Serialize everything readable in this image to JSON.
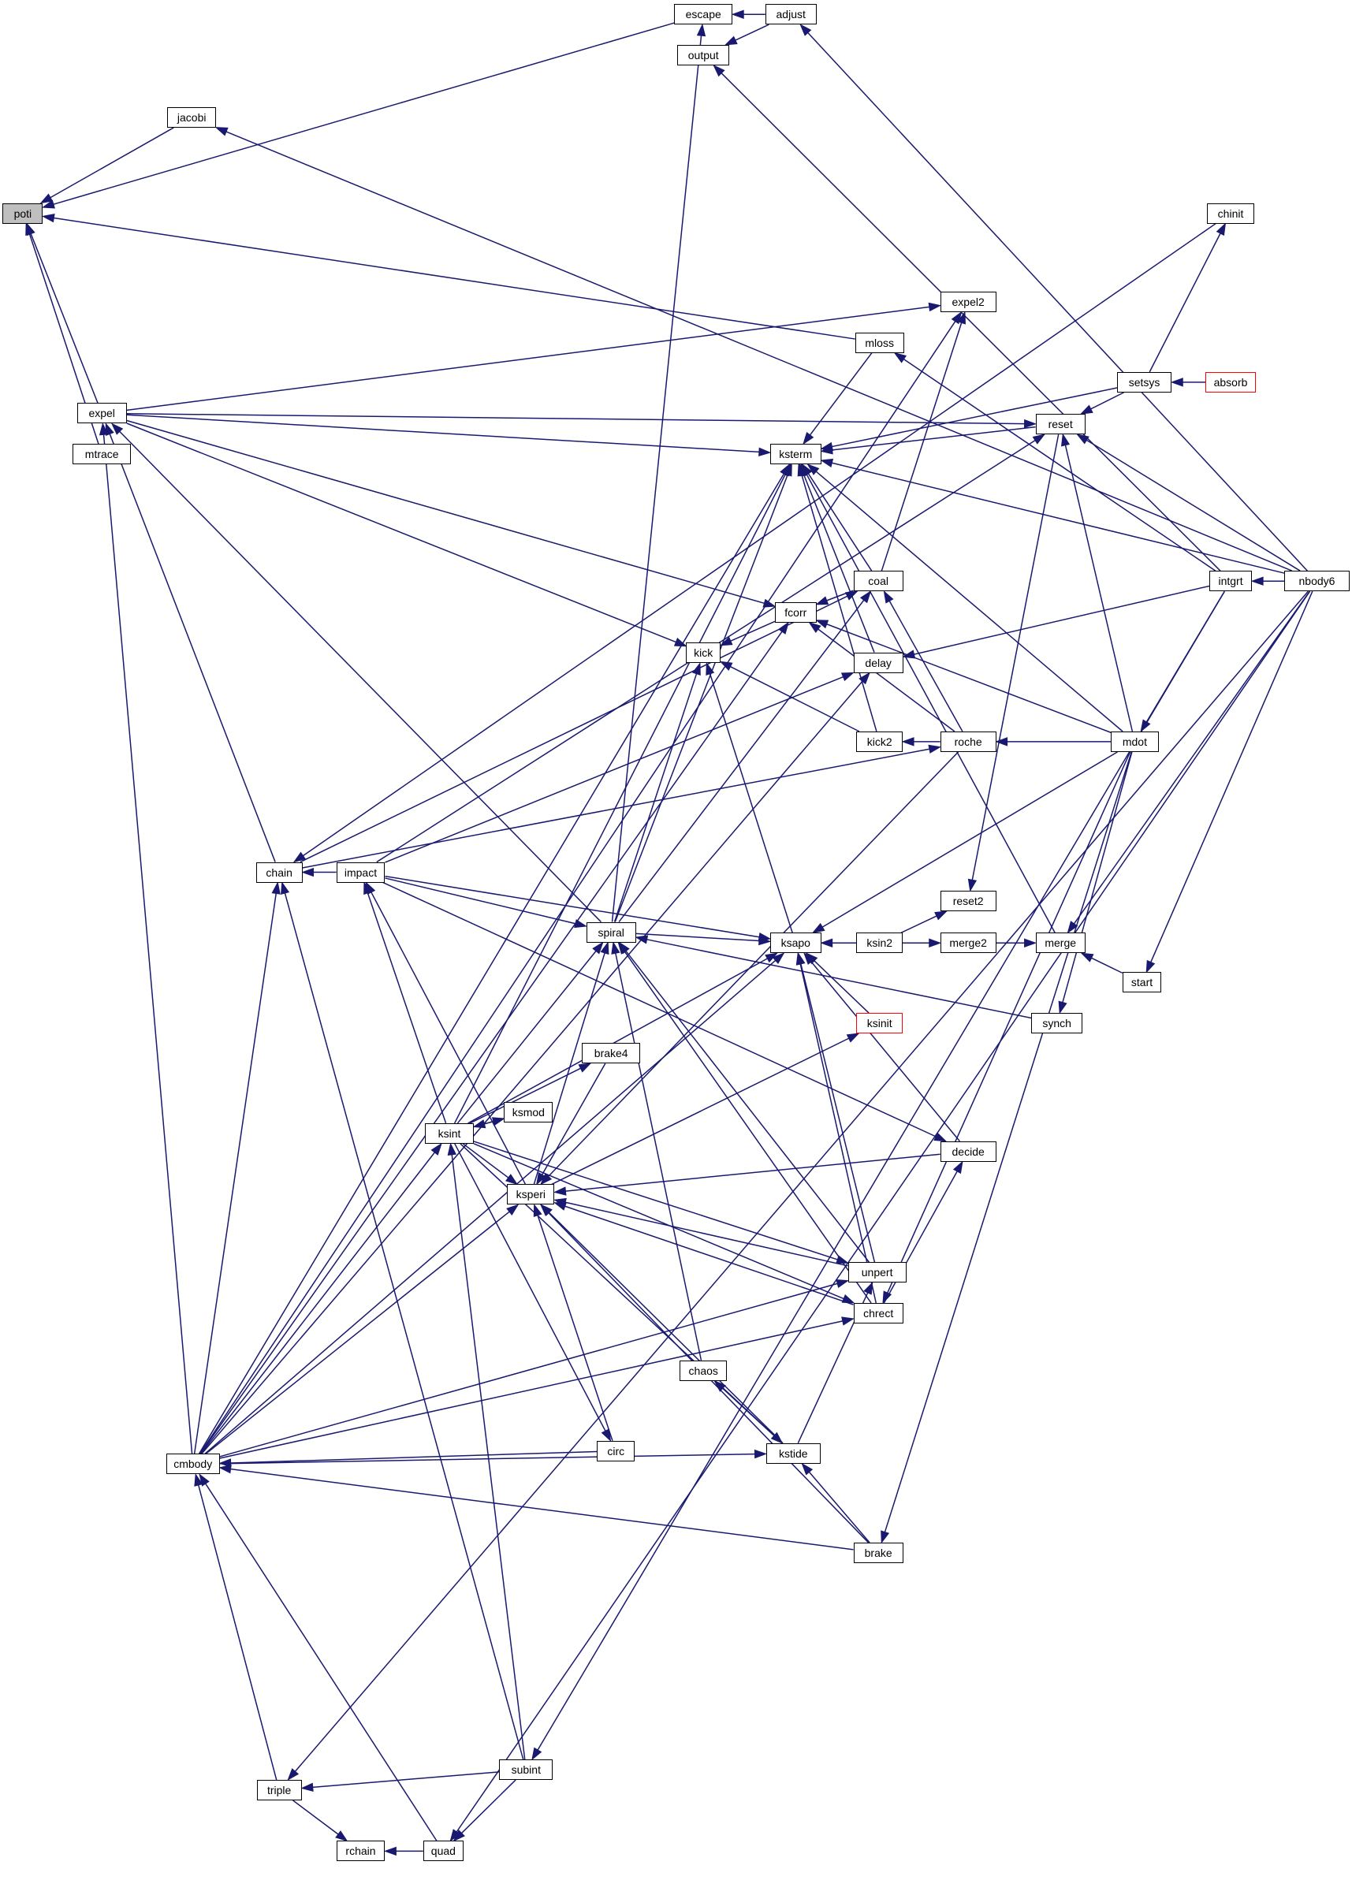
{
  "graph": {
    "title": "poti caller graph",
    "edge_color": "#191970",
    "focus_fill": "#bfbfbf",
    "nodes": [
      {
        "id": "poti",
        "label": "poti",
        "focus": true
      },
      {
        "id": "jacobi",
        "label": "jacobi"
      },
      {
        "id": "escape",
        "label": "escape"
      },
      {
        "id": "adjust",
        "label": "adjust"
      },
      {
        "id": "output",
        "label": "output"
      },
      {
        "id": "chinit",
        "label": "chinit"
      },
      {
        "id": "expel2",
        "label": "expel2"
      },
      {
        "id": "mloss",
        "label": "mloss"
      },
      {
        "id": "setsys",
        "label": "setsys"
      },
      {
        "id": "absorb",
        "label": "absorb",
        "border": "#ff0000"
      },
      {
        "id": "reset",
        "label": "reset"
      },
      {
        "id": "expel",
        "label": "expel"
      },
      {
        "id": "mtrace",
        "label": "mtrace"
      },
      {
        "id": "ksterm",
        "label": "ksterm"
      },
      {
        "id": "coal",
        "label": "coal"
      },
      {
        "id": "intgrt",
        "label": "intgrt"
      },
      {
        "id": "nbody6",
        "label": "nbody6"
      },
      {
        "id": "fcorr",
        "label": "fcorr"
      },
      {
        "id": "kick",
        "label": "kick"
      },
      {
        "id": "delay",
        "label": "delay"
      },
      {
        "id": "kick2",
        "label": "kick2"
      },
      {
        "id": "roche",
        "label": "roche"
      },
      {
        "id": "mdot",
        "label": "mdot"
      },
      {
        "id": "chain",
        "label": "chain"
      },
      {
        "id": "impact",
        "label": "impact"
      },
      {
        "id": "reset2",
        "label": "reset2"
      },
      {
        "id": "spiral",
        "label": "spiral"
      },
      {
        "id": "ksapo",
        "label": "ksapo"
      },
      {
        "id": "ksin2",
        "label": "ksin2"
      },
      {
        "id": "merge2",
        "label": "merge2"
      },
      {
        "id": "merge",
        "label": "merge"
      },
      {
        "id": "start",
        "label": "start"
      },
      {
        "id": "ksinit",
        "label": "ksinit",
        "border": "#ff0000"
      },
      {
        "id": "synch",
        "label": "synch"
      },
      {
        "id": "brake4",
        "label": "brake4"
      },
      {
        "id": "ksmod",
        "label": "ksmod"
      },
      {
        "id": "ksint",
        "label": "ksint"
      },
      {
        "id": "decide",
        "label": "decide"
      },
      {
        "id": "ksperi",
        "label": "ksperi"
      },
      {
        "id": "unpert",
        "label": "unpert"
      },
      {
        "id": "chrect",
        "label": "chrect"
      },
      {
        "id": "chaos",
        "label": "chaos"
      },
      {
        "id": "cmbody",
        "label": "cmbody"
      },
      {
        "id": "circ",
        "label": "circ"
      },
      {
        "id": "kstide",
        "label": "kstide"
      },
      {
        "id": "brake",
        "label": "brake"
      },
      {
        "id": "subint",
        "label": "subint"
      },
      {
        "id": "triple",
        "label": "triple"
      },
      {
        "id": "rchain",
        "label": "rchain"
      },
      {
        "id": "quad",
        "label": "quad"
      }
    ],
    "edges": [
      [
        "jacobi",
        "poti"
      ],
      [
        "escape",
        "poti"
      ],
      [
        "mloss",
        "poti"
      ],
      [
        "expel",
        "poti"
      ],
      [
        "mtrace",
        "poti"
      ],
      [
        "adjust",
        "escape"
      ],
      [
        "spiral",
        "escape"
      ],
      [
        "adjust",
        "output"
      ],
      [
        "intgrt",
        "output"
      ],
      [
        "nbody6",
        "adjust"
      ],
      [
        "nbody6",
        "jacobi"
      ],
      [
        "chinit",
        "chain"
      ],
      [
        "setsys",
        "chinit"
      ],
      [
        "absorb",
        "setsys"
      ],
      [
        "setsys",
        "reset"
      ],
      [
        "nbody6",
        "ksterm"
      ],
      [
        "reset",
        "ksterm"
      ],
      [
        "setsys",
        "ksterm"
      ],
      [
        "mloss",
        "ksterm"
      ],
      [
        "expel",
        "ksterm"
      ],
      [
        "cmbody",
        "ksterm"
      ],
      [
        "coal",
        "ksterm"
      ],
      [
        "delay",
        "ksterm"
      ],
      [
        "kick2",
        "ksterm"
      ],
      [
        "merge",
        "ksterm"
      ],
      [
        "mdot",
        "ksterm"
      ],
      [
        "spiral",
        "ksterm"
      ],
      [
        "ksint",
        "ksterm"
      ],
      [
        "expel",
        "reset"
      ],
      [
        "impact",
        "reset"
      ],
      [
        "mdot",
        "reset"
      ],
      [
        "nbody6",
        "reset"
      ],
      [
        "reset",
        "reset2"
      ],
      [
        "expel",
        "expel2"
      ],
      [
        "cmbody",
        "expel2"
      ],
      [
        "coal",
        "expel2"
      ],
      [
        "intgrt",
        "mloss"
      ],
      [
        "expel",
        "fcorr"
      ],
      [
        "cmbody",
        "fcorr"
      ],
      [
        "coal",
        "fcorr"
      ],
      [
        "roche",
        "fcorr"
      ],
      [
        "mdot",
        "fcorr"
      ],
      [
        "fcorr",
        "kick"
      ],
      [
        "roche",
        "coal"
      ],
      [
        "chain",
        "coal"
      ],
      [
        "spiral",
        "coal"
      ],
      [
        "expel",
        "kick"
      ],
      [
        "kick2",
        "kick"
      ],
      [
        "ksapo",
        "kick"
      ],
      [
        "spiral",
        "kick"
      ],
      [
        "intgrt",
        "delay"
      ],
      [
        "impact",
        "delay"
      ],
      [
        "cmbody",
        "delay"
      ],
      [
        "roche",
        "kick2"
      ],
      [
        "mdot",
        "roche"
      ],
      [
        "chain",
        "roche"
      ],
      [
        "intgrt",
        "mdot"
      ],
      [
        "nbody6",
        "intgrt"
      ],
      [
        "mdot",
        "ksapo"
      ],
      [
        "impact",
        "chain"
      ],
      [
        "cmbody",
        "chain"
      ],
      [
        "subint",
        "chain"
      ],
      [
        "chain",
        "expel"
      ],
      [
        "cmbody",
        "expel"
      ],
      [
        "spiral",
        "expel"
      ],
      [
        "ksint",
        "impact"
      ],
      [
        "ksperi",
        "impact"
      ],
      [
        "impact",
        "spiral"
      ],
      [
        "impact",
        "ksapo"
      ],
      [
        "impact",
        "decide"
      ],
      [
        "ksint",
        "spiral"
      ],
      [
        "ksperi",
        "spiral"
      ],
      [
        "chaos",
        "spiral"
      ],
      [
        "chrect",
        "spiral"
      ],
      [
        "unpert",
        "spiral"
      ],
      [
        "synch",
        "spiral"
      ],
      [
        "spiral",
        "ksapo"
      ],
      [
        "ksin2",
        "ksapo"
      ],
      [
        "ksinit",
        "ksapo"
      ],
      [
        "unpert",
        "ksapo"
      ],
      [
        "chrect",
        "ksapo"
      ],
      [
        "ksint",
        "ksapo"
      ],
      [
        "cmbody",
        "ksapo"
      ],
      [
        "decide",
        "ksapo"
      ],
      [
        "ksin2",
        "reset2"
      ],
      [
        "ksin2",
        "merge2"
      ],
      [
        "merge2",
        "merge"
      ],
      [
        "start",
        "merge"
      ],
      [
        "nbody6",
        "start"
      ],
      [
        "nbody6",
        "merge"
      ],
      [
        "mdot",
        "synch"
      ],
      [
        "ksperi",
        "ksinit"
      ],
      [
        "ksint",
        "brake4"
      ],
      [
        "brake4",
        "ksperi"
      ],
      [
        "ksint",
        "ksmod"
      ],
      [
        "ksmod",
        "ksint"
      ],
      [
        "ksint",
        "ksperi"
      ],
      [
        "decide",
        "ksperi"
      ],
      [
        "unpert",
        "ksperi"
      ],
      [
        "chrect",
        "ksperi"
      ],
      [
        "kstide",
        "ksperi"
      ],
      [
        "brake",
        "ksperi"
      ],
      [
        "cmbody",
        "ksperi"
      ],
      [
        "roche",
        "ksperi"
      ],
      [
        "circ",
        "ksperi"
      ],
      [
        "ksint",
        "unpert"
      ],
      [
        "cmbody",
        "unpert"
      ],
      [
        "kstide",
        "unpert"
      ],
      [
        "mdot",
        "chrect"
      ],
      [
        "cmbody",
        "chrect"
      ],
      [
        "ksint",
        "chrect"
      ],
      [
        "kstide",
        "chaos"
      ],
      [
        "brake",
        "kstide"
      ],
      [
        "ksint",
        "kstide"
      ],
      [
        "cmbody",
        "kstide"
      ],
      [
        "ksint",
        "circ"
      ],
      [
        "circ",
        "cmbody"
      ],
      [
        "cmbody",
        "ksint"
      ],
      [
        "subint",
        "ksint"
      ],
      [
        "brake",
        "cmbody"
      ],
      [
        "triple",
        "cmbody"
      ],
      [
        "quad",
        "cmbody"
      ],
      [
        "mdot",
        "brake"
      ],
      [
        "intgrt",
        "subint"
      ],
      [
        "subint",
        "triple"
      ],
      [
        "nbody6",
        "triple"
      ],
      [
        "triple",
        "rchain"
      ],
      [
        "quad",
        "rchain"
      ],
      [
        "subint",
        "quad"
      ],
      [
        "nbody6",
        "quad"
      ],
      [
        "chrect",
        "decide"
      ]
    ]
  }
}
